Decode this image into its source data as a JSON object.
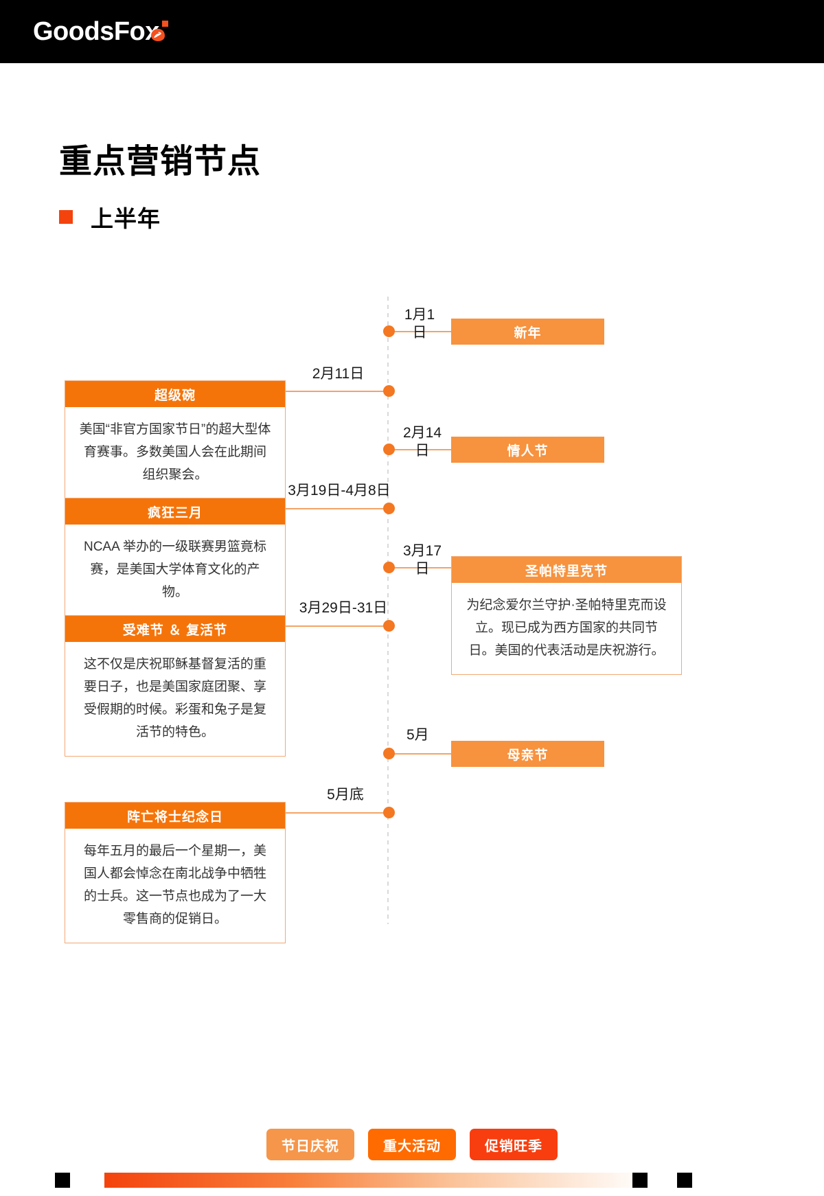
{
  "brand": {
    "logo_text": "GoodsFox",
    "logo_icon": "fox-icon",
    "accent_orange": "#F4430D"
  },
  "header": {
    "title": "重点营销节点",
    "subtitle": "上半年"
  },
  "timeline": {
    "events": [
      {
        "id": "new-year",
        "date": "1月1\n日",
        "name": "新年",
        "side": "right",
        "type": "bar",
        "color": "#F7923E",
        "description": ""
      },
      {
        "id": "super-bowl",
        "date": "2月11日",
        "name": "超级碗",
        "side": "left",
        "type": "card",
        "color": "#F5740A",
        "description": "美国“非官方国家节日”的超大型体育赛事。多数美国人会在此期间组织聚会。"
      },
      {
        "id": "valentines-day",
        "date": "2月14\n日",
        "name": "情人节",
        "side": "right",
        "type": "bar",
        "color": "#F7923E",
        "description": ""
      },
      {
        "id": "march-madness",
        "date": "3月19日-4月8日",
        "name": "疯狂三月",
        "side": "left",
        "type": "card",
        "color": "#F5740A",
        "description": "NCAA 举办的一级联赛男篮竟标赛，是美国大学体育文化的产物。"
      },
      {
        "id": "st-patricks-day",
        "date": "3月17\n日",
        "name": "圣帕特里克节",
        "side": "right",
        "type": "card",
        "color": "#F7923E",
        "description": "为纪念爱尔兰守护·圣帕特里克而设立。现已成为西方国家的共同节日。美国的代表活动是庆祝游行。"
      },
      {
        "id": "good-friday-easter",
        "date": "3月29日-31日",
        "name": "受难节 ＆ 复活节",
        "side": "left",
        "type": "card",
        "color": "#F5740A",
        "description": "这不仅是庆祝耶稣基督复活的重要日子，也是美国家庭团聚、享受假期的时候。彩蛋和兔子是复活节的特色。"
      },
      {
        "id": "mothers-day",
        "date": "5月",
        "name": "母亲节",
        "side": "right",
        "type": "bar",
        "color": "#F7923E",
        "description": ""
      },
      {
        "id": "memorial-day",
        "date": "5月底",
        "name": "阵亡将士纪念日",
        "side": "left",
        "type": "card",
        "color": "#F5740A",
        "description": "每年五月的最后一个星期一，美国人都会悼念在南北战争中牺牲的士兵。这一节点也成为了一大零售商的促销日。"
      }
    ]
  },
  "legend": {
    "items": [
      {
        "label": "节日庆祝",
        "color": "#F5964A"
      },
      {
        "label": "重大活动",
        "color": "#FF6B00"
      },
      {
        "label": "促销旺季",
        "color": "#F83E0F"
      }
    ]
  }
}
